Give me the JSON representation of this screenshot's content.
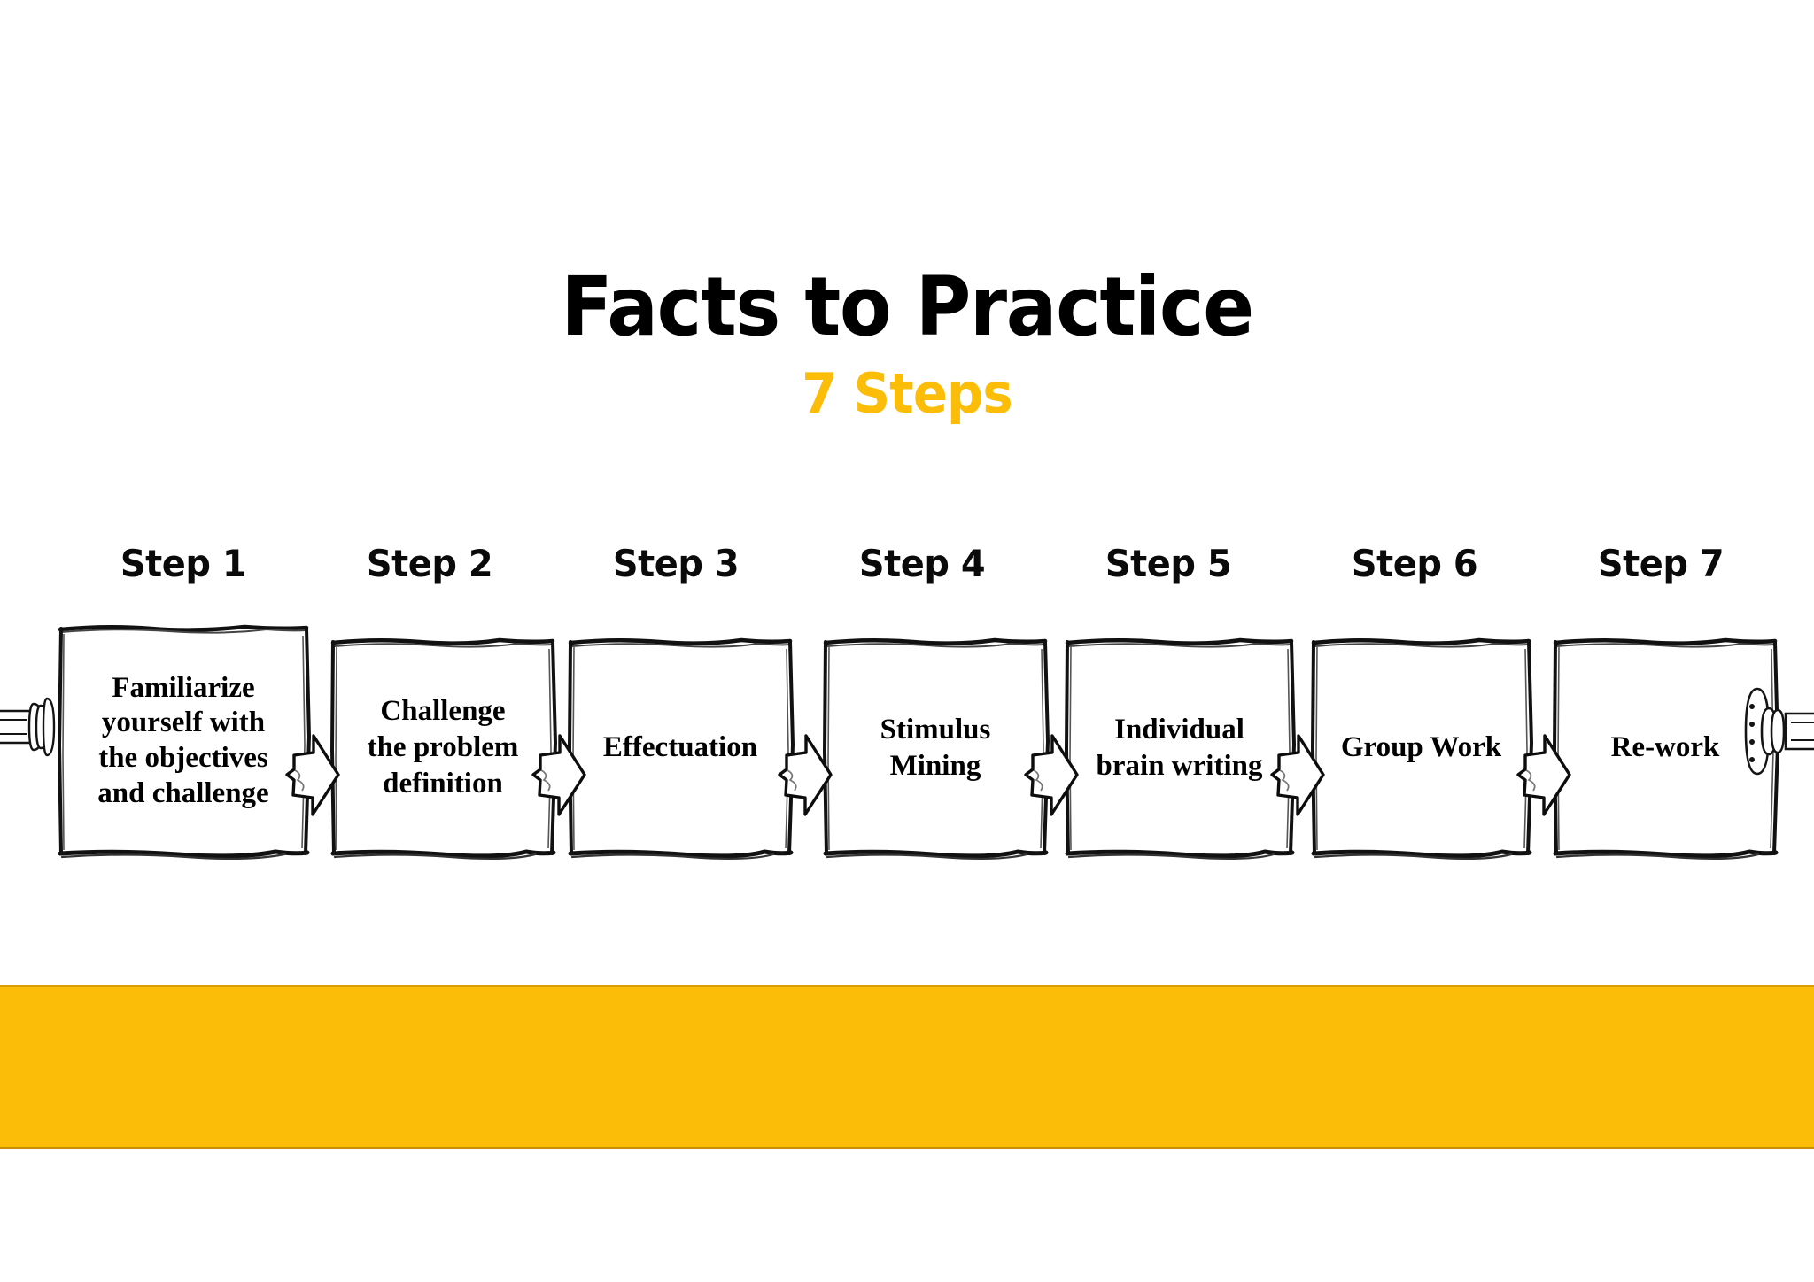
{
  "header": {
    "title": "Facts to Practice",
    "subtitle": "7 Steps"
  },
  "colors": {
    "accent_yellow": "#FCBD08",
    "bar_border": "#D99C09",
    "text_black": "#000000",
    "background": "#FFFFFF"
  },
  "process": {
    "step_label_prefix": "Step",
    "steps": [
      {
        "label": "Step 1",
        "text": "Familiarize\nyourself with\nthe objectives\nand challenge"
      },
      {
        "label": "Step 2",
        "text": "Challenge\nthe problem\ndefinition"
      },
      {
        "label": "Step 3",
        "text": "Effectuation"
      },
      {
        "label": "Step 4",
        "text": "Stimulus\nMining"
      },
      {
        "label": "Step 5",
        "text": "Individual\nbrain writing"
      },
      {
        "label": "Step 6",
        "text": "Group Work"
      },
      {
        "label": "Step 7",
        "text": "Re-work"
      }
    ],
    "connectors": [
      {
        "name": "arrow-1-to-2"
      },
      {
        "name": "arrow-2-to-3"
      },
      {
        "name": "arrow-3-to-4"
      },
      {
        "name": "arrow-4-to-5"
      },
      {
        "name": "arrow-5-to-6"
      },
      {
        "name": "arrow-6-to-7"
      }
    ],
    "edge_graphics": [
      {
        "name": "pipe-connector-left"
      },
      {
        "name": "pipe-connector-right"
      }
    ]
  },
  "footer": {
    "bar_text": ""
  }
}
